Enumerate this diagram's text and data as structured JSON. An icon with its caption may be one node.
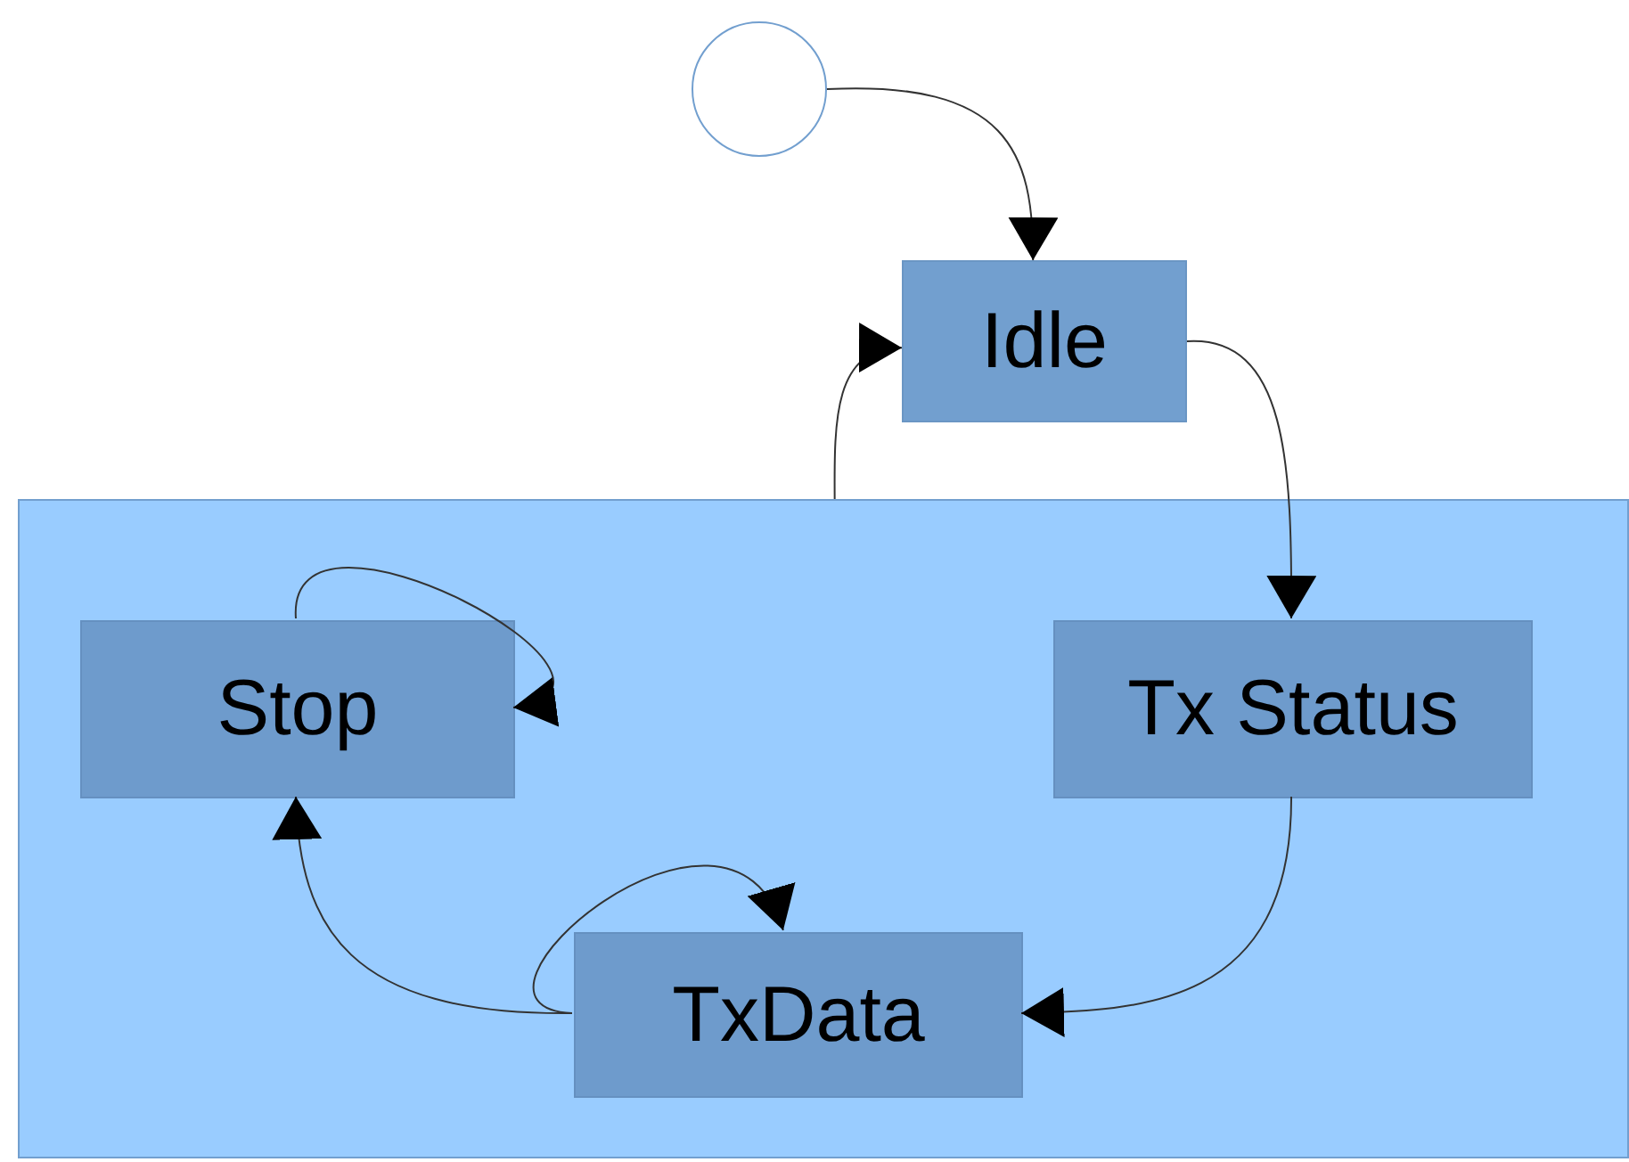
{
  "diagram": {
    "nodes": [
      {
        "text": [],
        "shape": "circle"
      },
      {
        "text": [
          "Idle"
        ]
      },
      {
        "text": [],
        "shape": "box"
      },
      {
        "text": [
          "Stop"
        ],
        "in": 2
      },
      {
        "text": [
          "Tx Status"
        ],
        "in": 2
      },
      {
        "text": [
          "TxData"
        ],
        "in": 2
      }
    ],
    "edges": [
      {
        "from": 0,
        "to": 1,
        "arrow": "to"
      },
      {
        "from": 2,
        "to": 1,
        "arrow": "to"
      },
      {
        "from": 1,
        "to": 4,
        "arrow": "to"
      },
      {
        "from": 4,
        "to": 5,
        "arrow": "to"
      },
      {
        "from": 5,
        "to": 5,
        "arrow": "to"
      },
      {
        "from": 5,
        "to": 3,
        "arrow": "to"
      },
      {
        "from": 3,
        "to": 3,
        "arrow": "to"
      }
    ]
  }
}
